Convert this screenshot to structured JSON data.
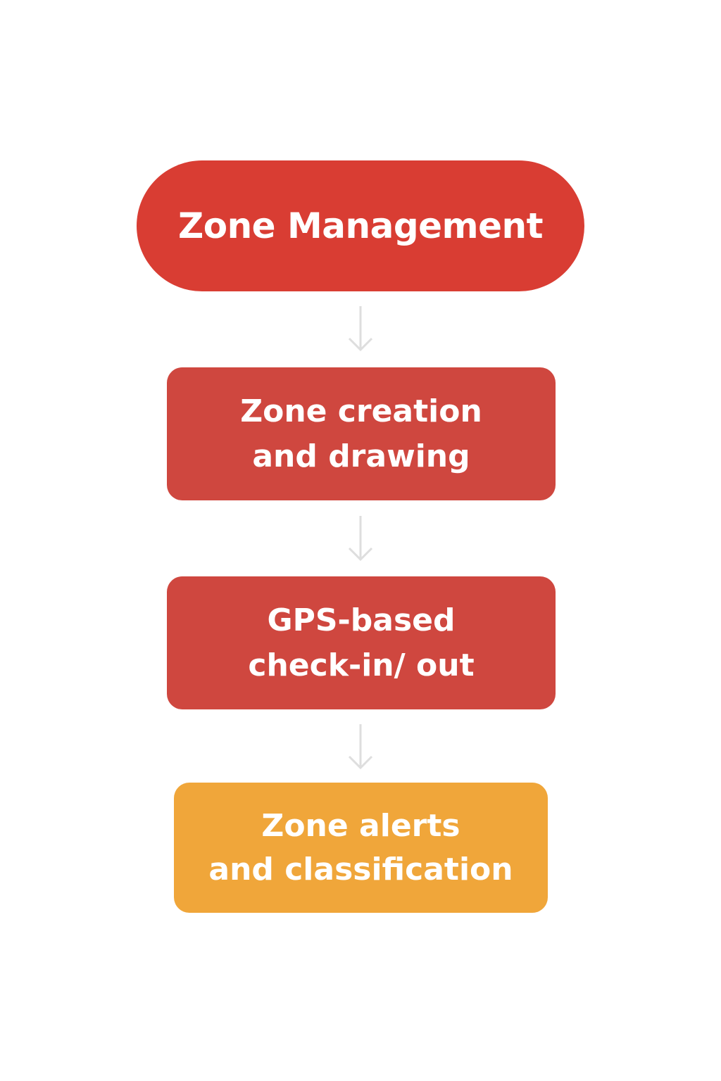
{
  "diagram": {
    "nodes": [
      {
        "id": "zone-management",
        "lines": [
          "Zone Management"
        ],
        "color": "#D93D33"
      },
      {
        "id": "zone-creation",
        "lines": [
          "Zone creation",
          "and drawing"
        ],
        "color": "#CF473F"
      },
      {
        "id": "gps-check",
        "lines": [
          "GPS-based",
          "check-in/ out"
        ],
        "color": "#CF473F"
      },
      {
        "id": "zone-alerts",
        "lines": [
          "Zone alerts",
          "and classification"
        ],
        "color": "#F0A63A"
      }
    ],
    "edges": [
      {
        "from": "zone-management",
        "to": "zone-creation"
      },
      {
        "from": "zone-creation",
        "to": "gps-check"
      },
      {
        "from": "gps-check",
        "to": "zone-alerts"
      }
    ],
    "arrow_color": "#DEDEDE"
  }
}
